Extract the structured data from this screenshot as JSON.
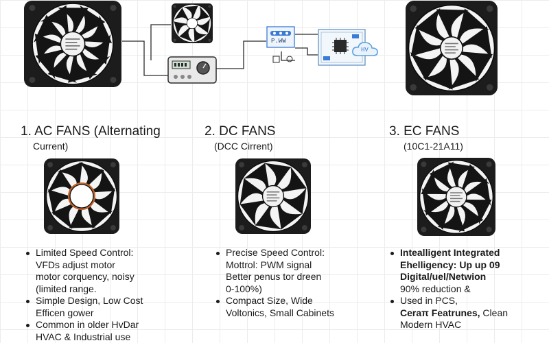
{
  "diagram": {
    "pwm_label": "P.WW",
    "cloud_label": "HV"
  },
  "columns": [
    {
      "title": "1. AC FANS (Alternating",
      "subtitle": "Current)",
      "lines": [
        {
          "text": "Limited Speed Control:",
          "bullet": true
        },
        {
          "text": "VFDs adjust motor",
          "bullet": false
        },
        {
          "text": "motor corquency, noisy",
          "bullet": false
        },
        {
          "text": "(limited range.",
          "bullet": false
        },
        {
          "text": "Simple Design, Low Cost",
          "bullet": true
        },
        {
          "text": "Efficen gower",
          "bullet": false
        },
        {
          "text": "Common in older HvDar",
          "bullet": true
        },
        {
          "text": "HVAC & Industrial use",
          "bullet": false
        }
      ]
    },
    {
      "title": "2. DC FANS",
      "subtitle": "(DCC Cirrent)",
      "lines": [
        {
          "text": "Precise Speed Control:",
          "bullet": true
        },
        {
          "text": "Mottrol: PWM signal",
          "bullet": false
        },
        {
          "text": "Better penus tor dreen",
          "bullet": false
        },
        {
          "text": "0-100%)",
          "bullet": false
        },
        {
          "text": "Compact Size, Wide",
          "bullet": true
        },
        {
          "text": "Voltonics, Small Cabinets",
          "bullet": false
        }
      ]
    },
    {
      "title": "3. EC FANS",
      "subtitle": "(10C1-21A11)",
      "lines": [
        {
          "text": "Intealligent Integrated",
          "bullet": true,
          "bold": true
        },
        {
          "text": "Ehelligency: Up up 09",
          "bullet": false,
          "bold": true
        },
        {
          "text": "Digital/uel/Netwion",
          "bullet": false,
          "bold": true
        },
        {
          "text": "90% reduction &",
          "bullet": false
        },
        {
          "text": "Used in PCS,",
          "bullet": true
        },
        {
          "text": "Ceraπ Featrunes, Clean",
          "bullet": false,
          "bold_prefix": "Ceraπ Featrunes,",
          "rest": " Clean"
        },
        {
          "text": "Modern HVAC",
          "bullet": false
        }
      ]
    }
  ],
  "icons": {
    "fan": "fan-icon",
    "controller": "speed-controller-icon",
    "pwm_board": "pwm-board-icon",
    "circuit": "circuit-board-icon",
    "cloud": "cloud-icon"
  },
  "colors": {
    "frame": "#1c1c1c",
    "blade": "#141414",
    "accent_copper": "#c0622a",
    "diagram_blue": "#3a7bd5",
    "cloud_blue": "#5aa0e0"
  }
}
